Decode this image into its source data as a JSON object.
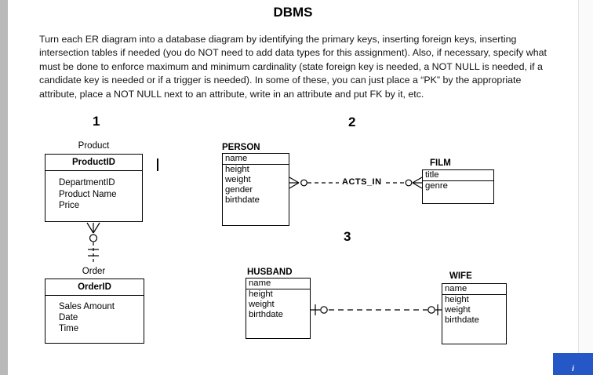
{
  "doc": {
    "title": "DBMS",
    "instructions": "Turn each ER diagram into a database diagram by identifying the primary keys, inserting foreign keys, inserting intersection tables if needed (you do NOT need to add data types for this assignment).  Also, if necessary, specify what must be done to enforce maximum and minimum cardinality (state foreign key is needed, a NOT NULL is needed, if a candidate key is needed or if a trigger is needed).  In some of these, you can just place a “PK” by the appropriate attribute, place a NOT NULL next to an attribute, write in an attribute and put FK by it, etc."
  },
  "sections": {
    "one": "1",
    "two": "2",
    "three": "3"
  },
  "diagrams": {
    "d1": {
      "product": {
        "label": "Product",
        "pk": "ProductID",
        "attrs": [
          "DepartmentID",
          "Product Name",
          "Price"
        ]
      },
      "order": {
        "label": "Order",
        "pk": "OrderID",
        "attrs": [
          "Sales Amount",
          "Date",
          "Time"
        ]
      }
    },
    "d2": {
      "person": {
        "label": "PERSON",
        "attrs": [
          "name",
          "height",
          "weight",
          "gender",
          "birthdate"
        ]
      },
      "relationship": "ACTS_IN",
      "film": {
        "label": "FILM",
        "attrs": [
          "title",
          "genre"
        ]
      }
    },
    "d3": {
      "husband": {
        "label": "HUSBAND",
        "attrs": [
          "name",
          "height",
          "weight",
          "birthdate"
        ]
      },
      "wife": {
        "label": "WIFE",
        "attrs": [
          "name",
          "height",
          "weight",
          "birthdate"
        ]
      }
    }
  },
  "colors": {
    "accent_blue": "#2557c7"
  },
  "misc": {
    "info_glyph": "i"
  }
}
